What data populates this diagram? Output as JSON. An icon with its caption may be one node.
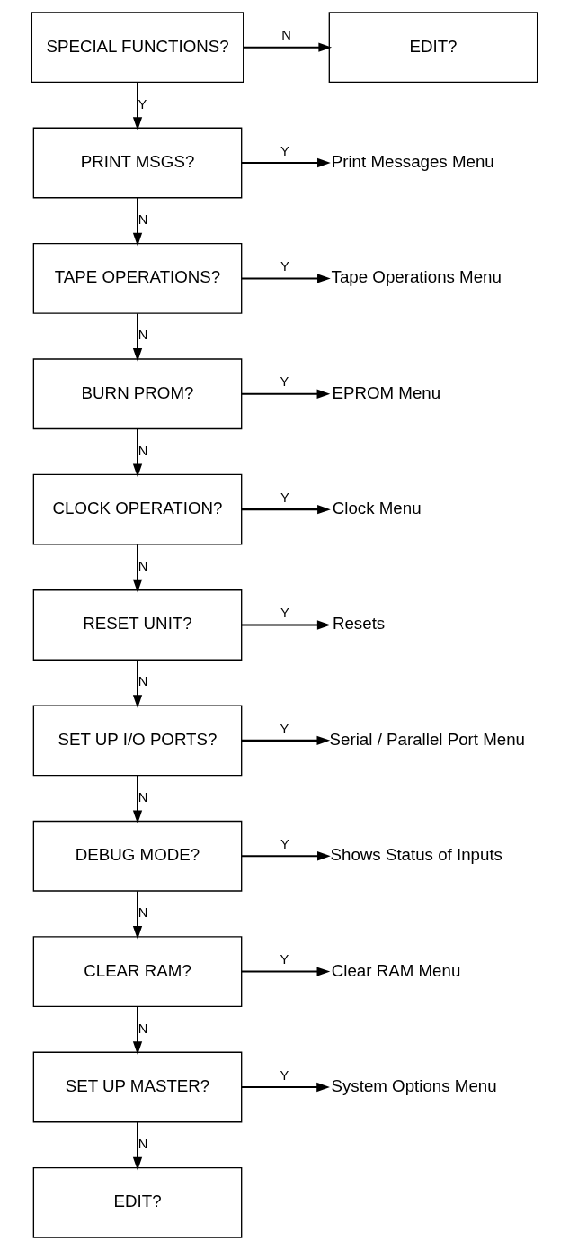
{
  "diagram": {
    "nodes": [
      {
        "text": [
          "SPECIAL FUNCTIONS?"
        ]
      },
      {
        "text": [
          "EDIT?"
        ]
      },
      {
        "text": [
          "PRINT MSGS?"
        ]
      },
      {
        "text": [
          "Print Messages Menu"
        ]
      },
      {
        "text": [
          "TAPE OPERATIONS?"
        ]
      },
      {
        "text": [
          "Tape Operations Menu"
        ]
      },
      {
        "text": [
          "BURN PROM?"
        ]
      },
      {
        "text": [
          "EPROM Menu"
        ]
      },
      {
        "text": [
          "CLOCK OPERATION?"
        ]
      },
      {
        "text": [
          "Clock Menu"
        ]
      },
      {
        "text": [
          "RESET UNIT?"
        ]
      },
      {
        "text": [
          "Resets"
        ]
      },
      {
        "text": [
          "SET UP I/O PORTS?"
        ]
      },
      {
        "text": [
          "Serial / Parallel Port Menu"
        ]
      },
      {
        "text": [
          "DEBUG MODE?"
        ]
      },
      {
        "text": [
          "Shows Status of Inputs"
        ]
      },
      {
        "text": [
          "CLEAR RAM?"
        ]
      },
      {
        "text": [
          "Clear RAM Menu"
        ]
      },
      {
        "text": [
          "SET UP MASTER?"
        ]
      },
      {
        "text": [
          "System Options Menu"
        ]
      },
      {
        "text": [
          "EDIT?"
        ]
      }
    ],
    "edges": [
      {
        "from": 0,
        "to": 1,
        "arrow": "to",
        "label": "N"
      },
      {
        "from": 0,
        "to": 2,
        "arrow": "to",
        "label": "Y"
      },
      {
        "from": 2,
        "to": 3,
        "arrow": "to",
        "label": "Y"
      },
      {
        "from": 2,
        "to": 4,
        "arrow": "to",
        "label": "N"
      },
      {
        "from": 4,
        "to": 5,
        "arrow": "to",
        "label": "Y"
      },
      {
        "from": 4,
        "to": 6,
        "arrow": "to",
        "label": "N"
      },
      {
        "from": 6,
        "to": 7,
        "arrow": "to",
        "label": "Y"
      },
      {
        "from": 6,
        "to": 8,
        "arrow": "to",
        "label": "N"
      },
      {
        "from": 8,
        "to": 9,
        "arrow": "to",
        "label": "Y"
      },
      {
        "from": 8,
        "to": 10,
        "arrow": "to",
        "label": "N"
      },
      {
        "from": 10,
        "to": 11,
        "arrow": "to",
        "label": "Y"
      },
      {
        "from": 10,
        "to": 12,
        "arrow": "to",
        "label": "N"
      },
      {
        "from": 12,
        "to": 13,
        "arrow": "to",
        "label": "Y"
      },
      {
        "from": 12,
        "to": 14,
        "arrow": "to",
        "label": "N"
      },
      {
        "from": 14,
        "to": 15,
        "arrow": "to",
        "label": "Y"
      },
      {
        "from": 14,
        "to": 16,
        "arrow": "to",
        "label": "N"
      },
      {
        "from": 16,
        "to": 17,
        "arrow": "to",
        "label": "Y"
      },
      {
        "from": 16,
        "to": 18,
        "arrow": "to",
        "label": "N"
      },
      {
        "from": 18,
        "to": 19,
        "arrow": "to",
        "label": "Y"
      },
      {
        "from": 18,
        "to": 20,
        "arrow": "to",
        "label": "N"
      }
    ]
  }
}
